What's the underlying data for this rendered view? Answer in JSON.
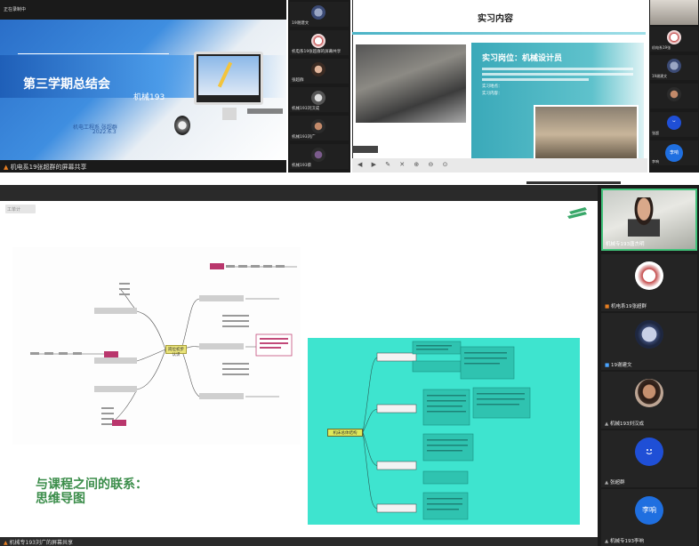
{
  "top_left_panel": {
    "recording_label": "正在录制中",
    "slide_title": "第三学期总结会",
    "slide_subtitle": "机械193",
    "presenter": "机电工程系 张超群",
    "date": "2022.6.3",
    "share_label": "机电系19张超群的屏幕共享"
  },
  "top_mid_tiles": [
    {
      "label": "19谢建文"
    },
    {
      "label": "机电系19张超群的屏幕共享"
    },
    {
      "label": "张超群"
    },
    {
      "label": "机械193刘汉成"
    },
    {
      "label": "机械193刘广"
    },
    {
      "label": "机械193蔡"
    }
  ],
  "top_right_panel": {
    "slide_title": "实习内容",
    "position_label": "实习岗位：机械设计员",
    "bullet_1": "实习地点：",
    "bullet_2": "实习内容："
  },
  "top_right_tiles": [
    {
      "label": ""
    },
    {
      "label": "机电系19张"
    },
    {
      "label": "19谢建文"
    },
    {
      "label": ""
    },
    {
      "label": "张超"
    },
    {
      "label": "李响"
    }
  ],
  "main_slide": {
    "tag": "工单计",
    "left_center_node": "岗位初步认识",
    "caption_line1": "与课程之间的联系：",
    "caption_line2": "思维导图",
    "right_center_node": "机床总体结构"
  },
  "main_bottom_label": "机械专193刘广的屏幕共享",
  "right_tiles": [
    {
      "label": "机械专193唐杰明"
    },
    {
      "label": "机电系19张超群"
    },
    {
      "label": "19谢建文"
    },
    {
      "label": "机械193刘汉成"
    },
    {
      "label": "张超群"
    },
    {
      "label": "机械专193李响"
    }
  ],
  "avatars": {
    "right_3": "",
    "right_5": "",
    "right_6": "李响",
    "top_right_6": "李响"
  },
  "colors": {
    "accent_green": "#41c27a",
    "caption_green": "#3b8d4a",
    "mindmap_teal": "#3ee4cf",
    "avatar_blue": "#1f4fd6"
  }
}
